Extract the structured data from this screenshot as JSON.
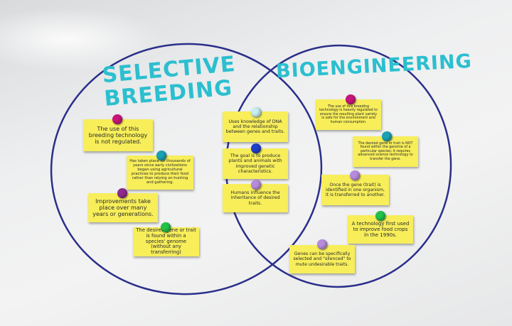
{
  "headings": {
    "left": "SELECTIVE BREEDING",
    "right": "BIOENGINEERING"
  },
  "colors": {
    "marker_circle": "#2a2f8a",
    "heading_teal": "#2bbfcf",
    "sticky_note": "#f7ee5a",
    "pin_magenta": "#c8157a",
    "pin_teal": "#1aa1b3",
    "pin_purple": "#8d2a8d",
    "pin_green": "#22c24a",
    "pin_blue": "#1f3fc8",
    "pin_lavender": "#b88bdc"
  },
  "notes": {
    "left": [
      {
        "text": "The use of this breeding technology is not regulated.",
        "pin": "pin_magenta"
      },
      {
        "text": "Has taken place for thousands of years since early civilizations began using agricultural practices to produce their food rather than relying on hunting and gathering.",
        "pin": "pin_teal"
      },
      {
        "text": "Improvements take place over many years or generations.",
        "pin": "pin_purple"
      },
      {
        "text": "The desired gene or trait is found within a species' genome (without any transferring)",
        "pin": "pin_green"
      }
    ],
    "both": [
      {
        "text": "Uses knowledge of DNA and the relationship between genes and traits.",
        "pin": "pin_teal"
      },
      {
        "text": "The goal is to produce plants and animals with improved genetic characteristics.",
        "pin": "pin_blue"
      },
      {
        "text": "Humans influence the inheritance of desired traits.",
        "pin": "pin_lavender"
      }
    ],
    "right": [
      {
        "text": "The use of this breeding technology is heavily regulated to ensure the resulting plant variety is safe for the environment and human consumption.",
        "pin": "pin_magenta"
      },
      {
        "text": "The desired gene or trait is NOT found within the genome of a particular species; it requires advanced science technology to transfer the gene.",
        "pin": "pin_teal"
      },
      {
        "text": "Once the gene (trait) is identified in one organism, it is transferred to another.",
        "pin": "pin_lavender"
      },
      {
        "text": "A technology first used to improve food crops in the 1990s.",
        "pin": "pin_green"
      },
      {
        "text": "Genes can be specifically selected and \"silenced\" to mute undesirable traits.",
        "pin": "pin_lavender"
      }
    ]
  }
}
